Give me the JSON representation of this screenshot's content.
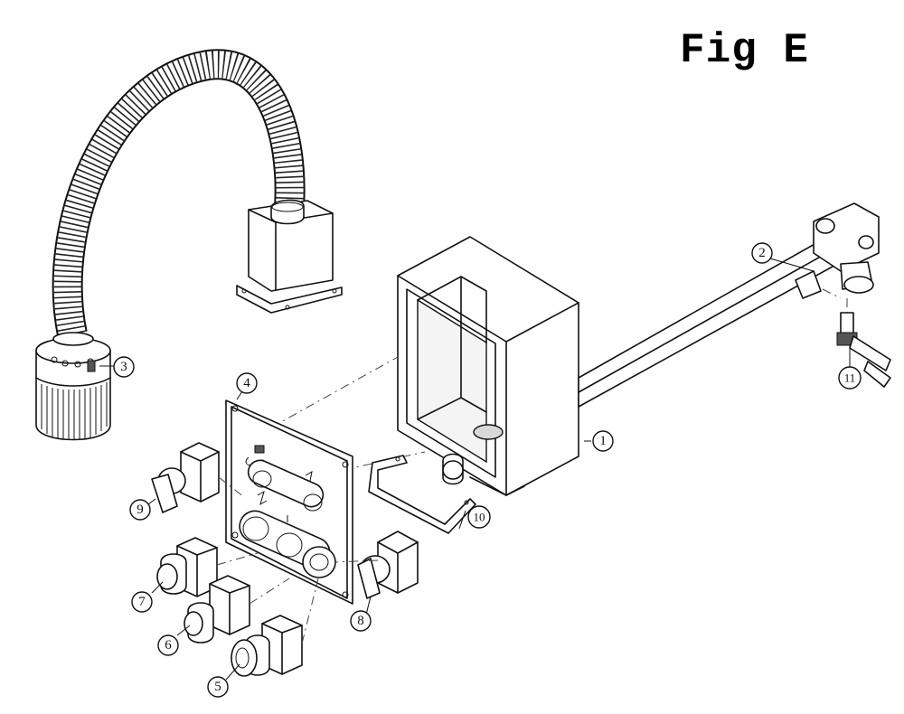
{
  "title": "Fig E",
  "callouts": {
    "c1": "1",
    "c2": "2",
    "c3": "3",
    "c4": "4",
    "c5": "5",
    "c6": "6",
    "c7": "7",
    "c8": "8",
    "c9": "9",
    "c10": "10",
    "c11": "11"
  }
}
